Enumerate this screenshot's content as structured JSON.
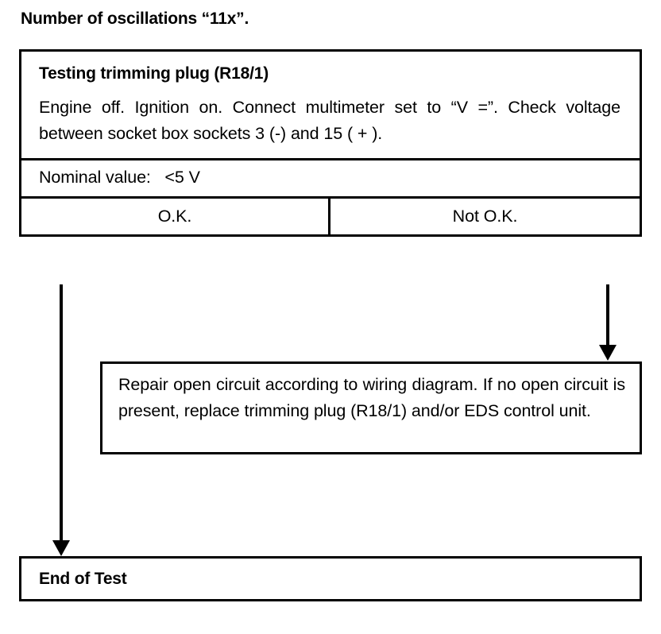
{
  "page": {
    "title": "Number of oscillations “11x”."
  },
  "test_table": {
    "header": "Testing trimming plug (R18/1)",
    "instruction": "Engine off.  Ignition on.  Connect  multimeter set to “V =”.  Check voltage between socket box sockets 3 (-) and 15 ( + ).",
    "nominal_label": "Nominal value:   <5 V",
    "verdicts": [
      {
        "key": "ok",
        "label": "O.K."
      },
      {
        "key": "not_ok",
        "label": "Not O.K."
      }
    ]
  },
  "repair_box": {
    "text": "Repair open circuit according to wiring diagram.  If no open circuit is present, replace trimming plug (R18/1) and/or EDS control unit."
  },
  "end_box": {
    "label": "End of Test"
  },
  "connectors": [
    {
      "name": "ok-to-end",
      "from": "O.K.",
      "to": "End of Test"
    },
    {
      "name": "not-ok-to-repair",
      "from": "Not O.K.",
      "to": "Repair open circuit"
    }
  ],
  "colors": {
    "ink": "#000000",
    "paper": "#ffffff"
  }
}
